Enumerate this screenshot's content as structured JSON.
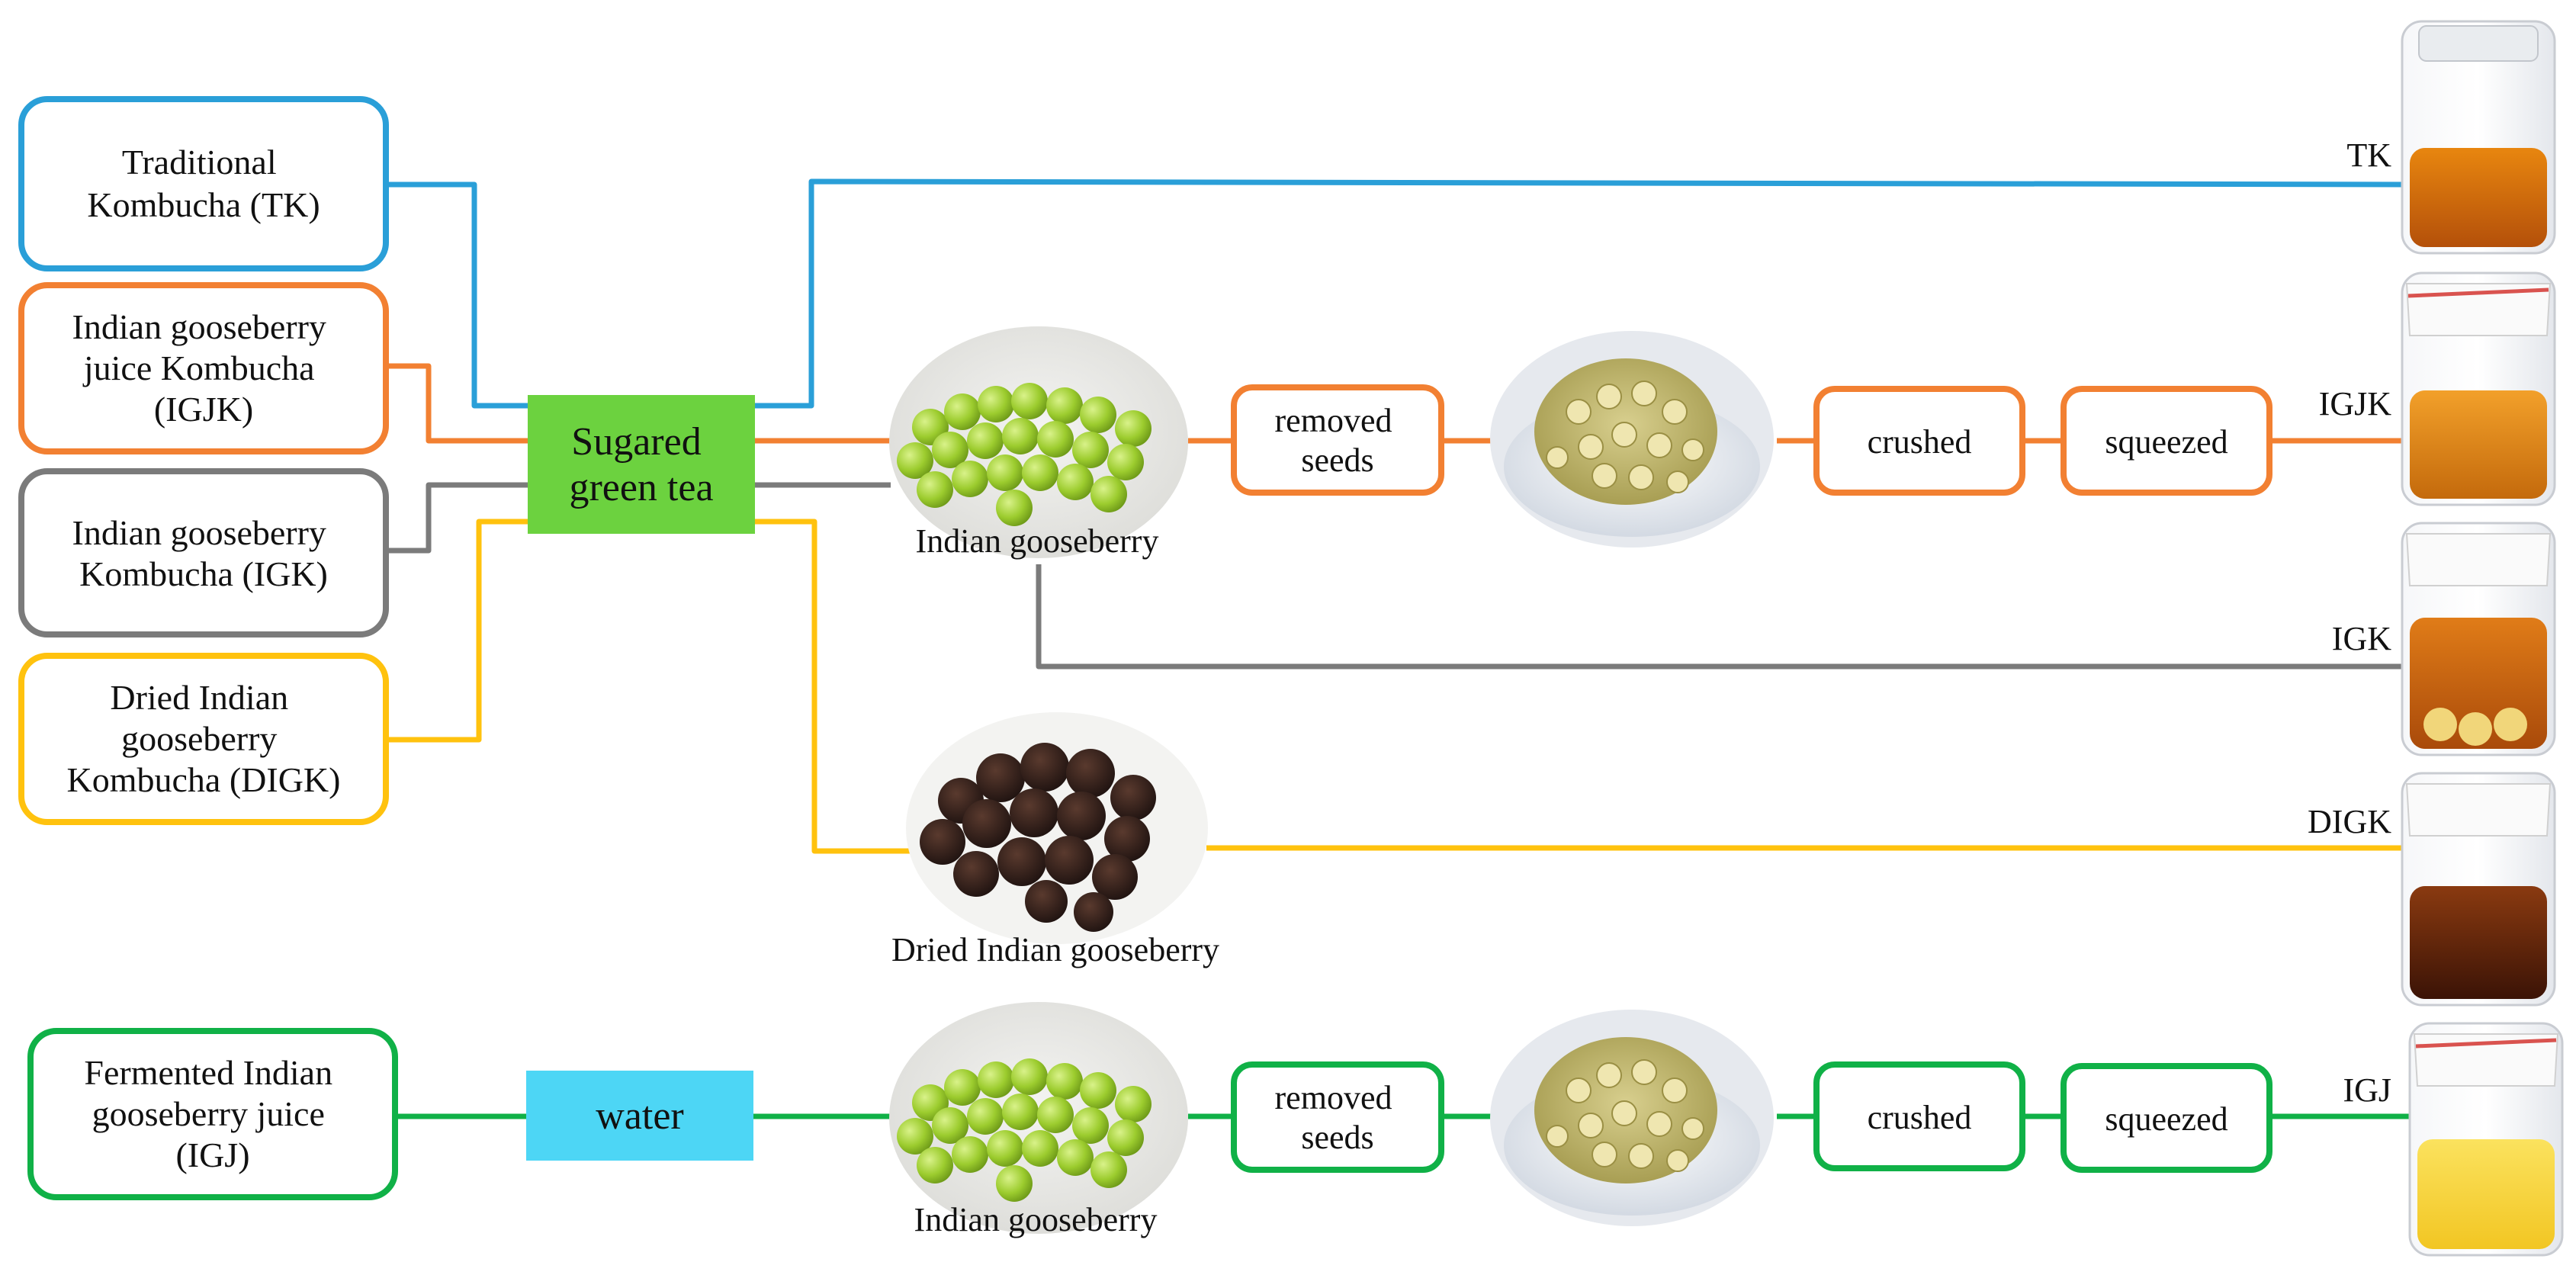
{
  "colors": {
    "tk": "#2a9fd8",
    "igjk": "#f28032",
    "igk": "#7b7b7b",
    "digk": "#ffc20e",
    "igj": "#10b147",
    "sugared_fill": "#6cd23f",
    "water_fill": "#4dd6f5"
  },
  "sources": {
    "tk": [
      "Traditional",
      "Kombucha (TK)"
    ],
    "igjk": [
      "Indian gooseberry",
      "juice Kombucha",
      "(IGJK)"
    ],
    "igk": [
      "Indian gooseberry",
      "Kombucha (IGK)"
    ],
    "digk": [
      "Dried Indian",
      "gooseberry",
      "Kombucha (DIGK)"
    ],
    "igj": [
      "Fermented Indian",
      "gooseberry juice",
      "(IGJ)"
    ]
  },
  "media": {
    "sugared": [
      "Sugared",
      "green tea"
    ],
    "water": "water"
  },
  "photo_labels": {
    "gooseberry_top": "Indian gooseberry",
    "dried": "Dried Indian gooseberry",
    "gooseberry_bottom": "Indian gooseberry"
  },
  "steps": {
    "removed_seeds": [
      "removed",
      "seeds"
    ],
    "crushed": "crushed",
    "squeezed": "squeezed"
  },
  "outputs": {
    "tk": "TK",
    "igjk": "IGJK",
    "igk": "IGK",
    "digk": "DIGK",
    "igj": "IGJ"
  }
}
